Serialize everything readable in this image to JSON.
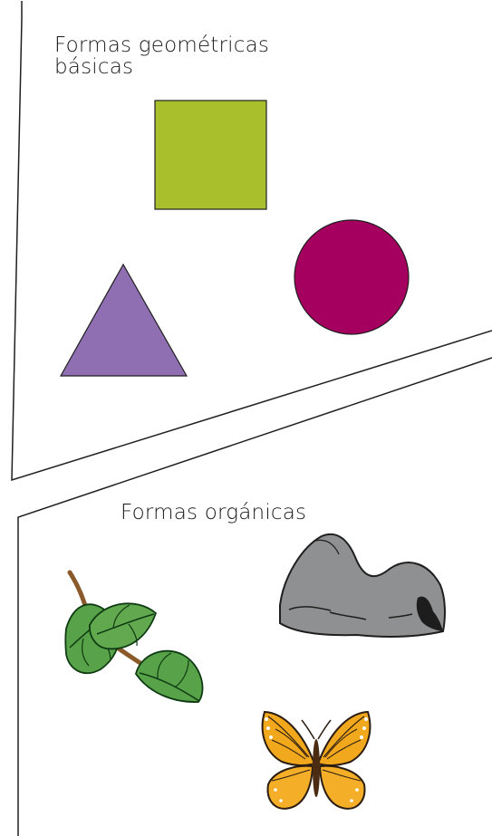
{
  "top_panel": {
    "title_line1": "Formas geométricas",
    "title_line2": "básicas",
    "square_color": "#a9c02c",
    "circle_color": "#a5005f",
    "triangle_color": "#8f6fb2"
  },
  "bottom_panel": {
    "title": "Formas orgánicas",
    "leaf_color": "#58a24a",
    "stem_color": "#8b5a2b",
    "rock_color": "#8f9091",
    "butterfly_color": "#f2a81d"
  }
}
